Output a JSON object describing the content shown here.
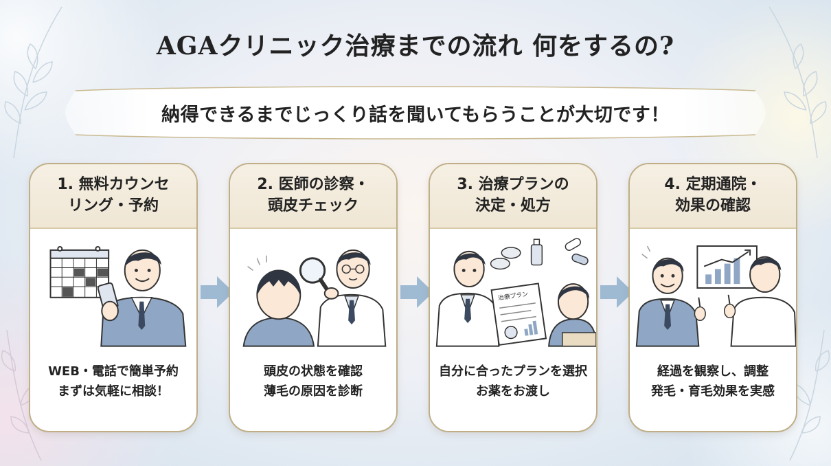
{
  "title": "AGAクリニック治療までの流れ 何をするの?",
  "banner": "納得できるまでじっくり話を聞いてもらうことが大切です！",
  "steps": [
    {
      "head_line1": "1. 無料カウンセ",
      "head_line2": "リング・予約",
      "text_line1": "WEB・電話で簡単予約",
      "text_line2": "まずは気軽に相談！",
      "illustration": "calendar-smartphone-icon"
    },
    {
      "head_line1": "2. 医師の診察・",
      "head_line2": "頭皮チェック",
      "text_line1": "頭皮の状態を確認",
      "text_line2": "薄毛の原因を診断",
      "illustration": "magnifier-scalp-check-icon"
    },
    {
      "head_line1": "3. 治療プランの",
      "head_line2": "決定・処方",
      "text_line1": "自分に合ったプランを選択",
      "text_line2": "お薬をお渡し",
      "illustration": "prescription-medicine-icon",
      "doc_label": "治療プラン"
    },
    {
      "head_line1": "4. 定期通院・",
      "head_line2": "効果の確認",
      "text_line1": "経過を観察し、調整",
      "text_line2": "発毛・育毛効果を実感",
      "illustration": "growth-chart-icon"
    }
  ],
  "colors": {
    "accent_border": "#bfae86",
    "header_bg": "#f3ecde",
    "arrow": "#8fb0cc",
    "suit": "#8fa7c4"
  }
}
